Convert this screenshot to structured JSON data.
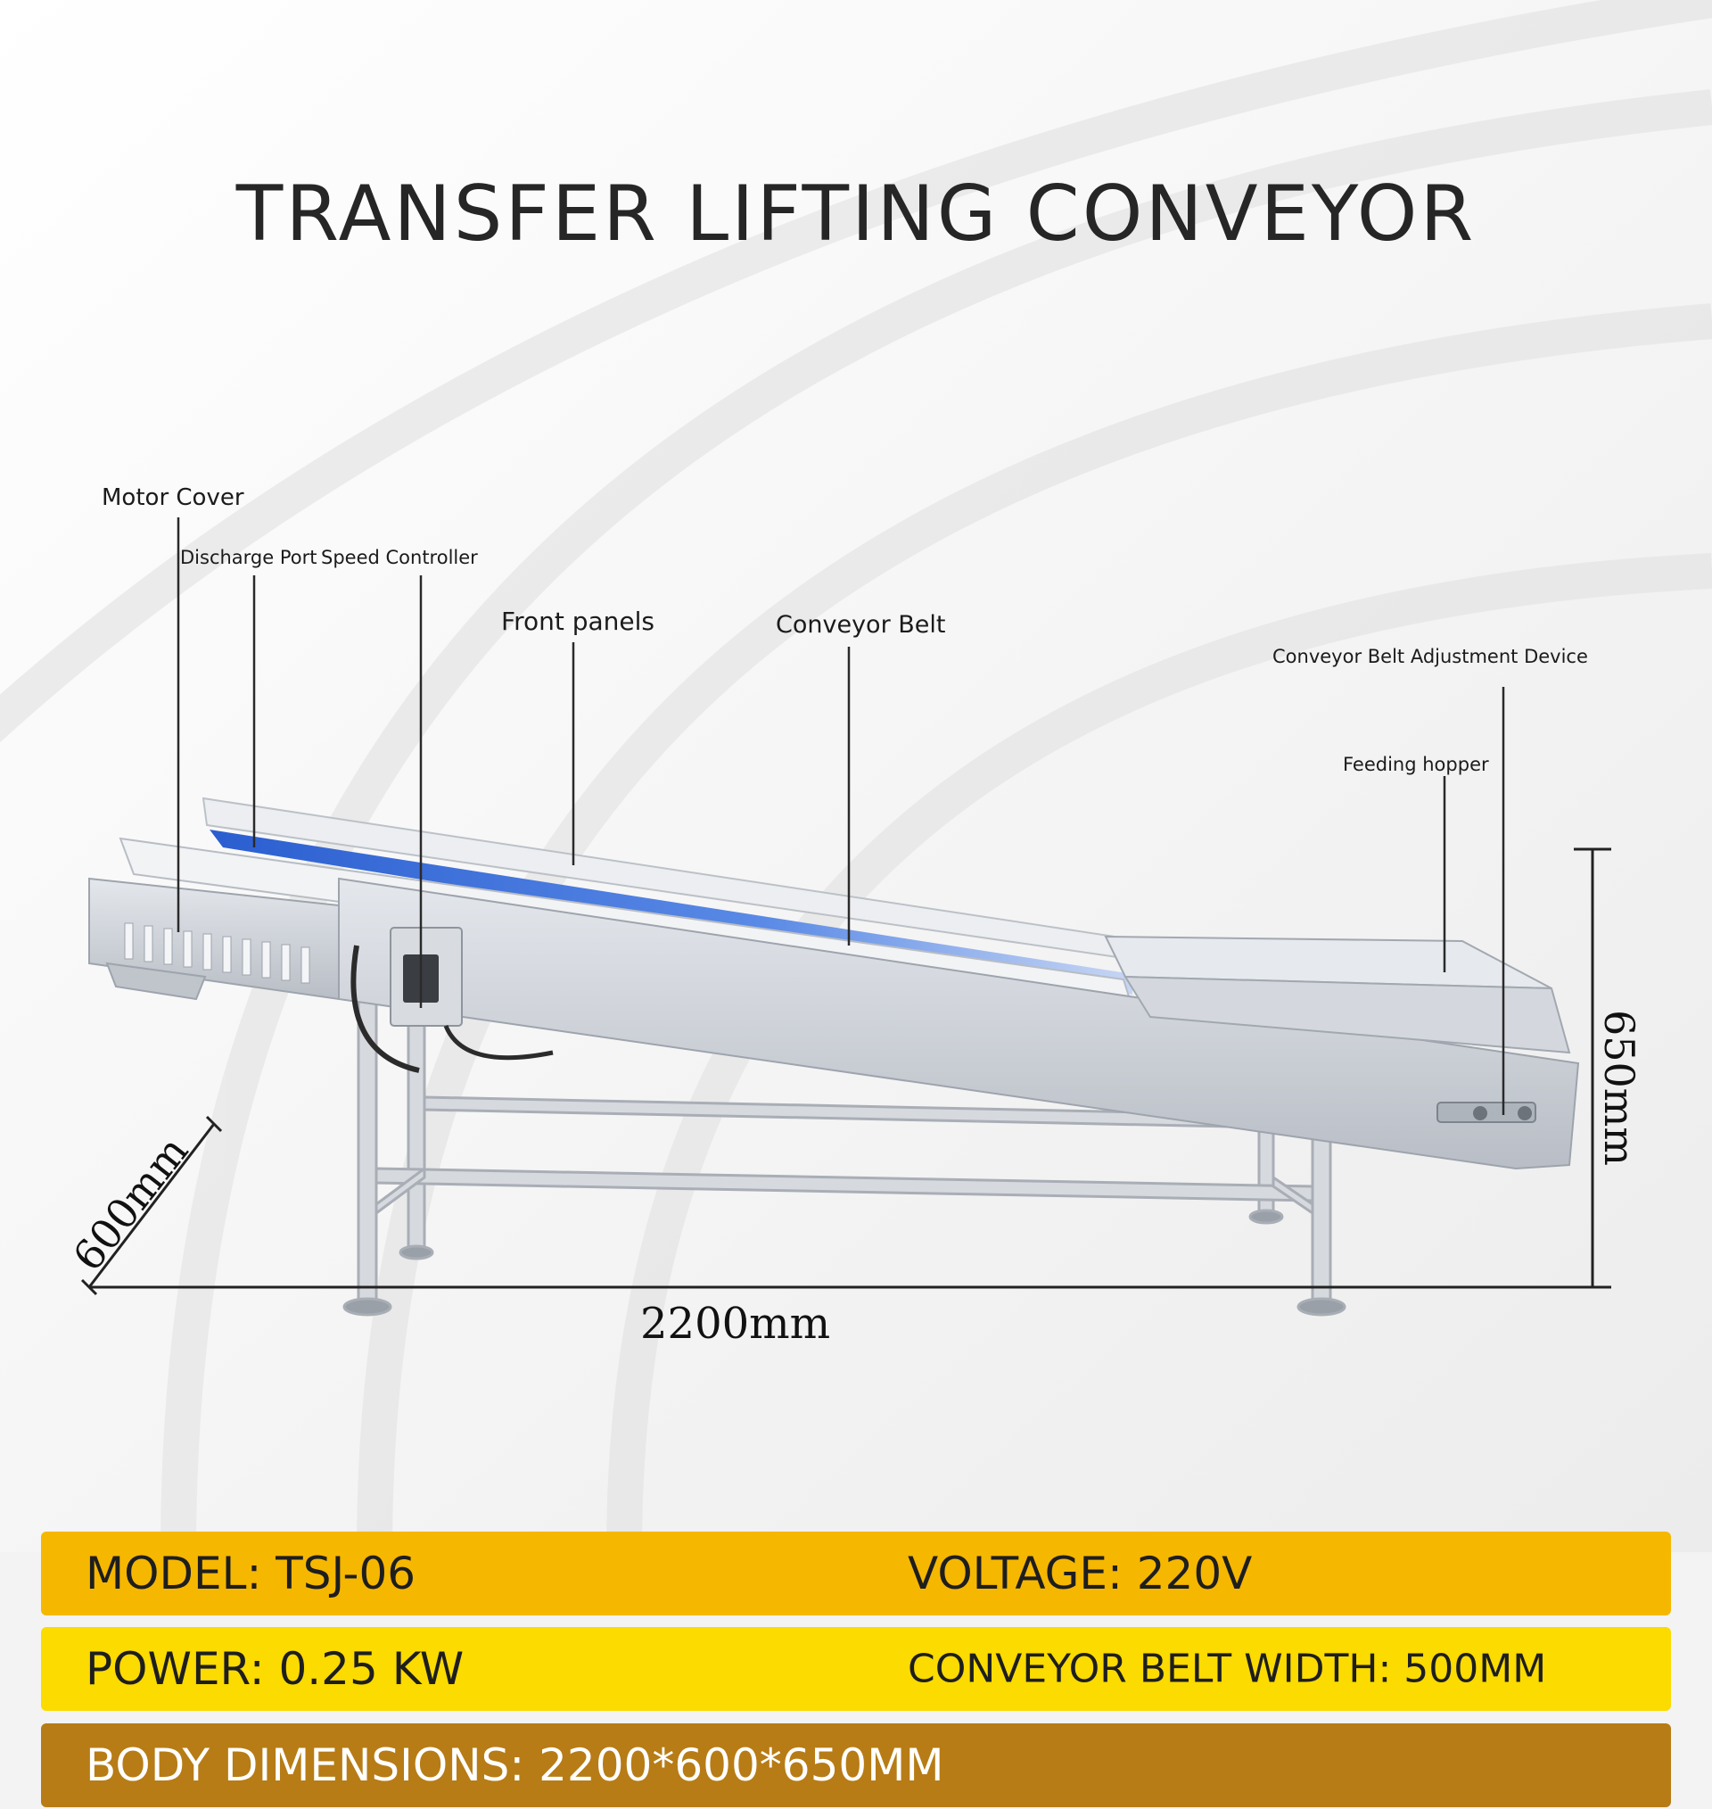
{
  "title": "TRANSFER LIFTING CONVEYOR",
  "callouts": {
    "motor_cover": "Motor Cover",
    "discharge_port": "Discharge Port",
    "speed_controller": "Speed Controller",
    "front_panels": "Front panels",
    "conveyor_belt": "Conveyor Belt",
    "belt_adjustment": "Conveyor Belt Adjustment Device",
    "feeding_hopper": "Feeding hopper"
  },
  "dimensions": {
    "length": "2200mm",
    "width": "600mm",
    "height": "650mm"
  },
  "specs": {
    "model": "MODEL: TSJ-06",
    "voltage": "VOLTAGE: 220V",
    "power": "POWER: 0.25 KW",
    "belt_width": "CONVEYOR BELT WIDTH: 500MM",
    "body_dimensions": "BODY DIMENSIONS: 2200*600*650MM"
  },
  "colors": {
    "bar_orange": "#f6b700",
    "bar_yellow": "#fbdb00",
    "bar_brown": "#b77c15",
    "belt_blue": "#3d6fd9",
    "steel": "#c9cdd4"
  }
}
